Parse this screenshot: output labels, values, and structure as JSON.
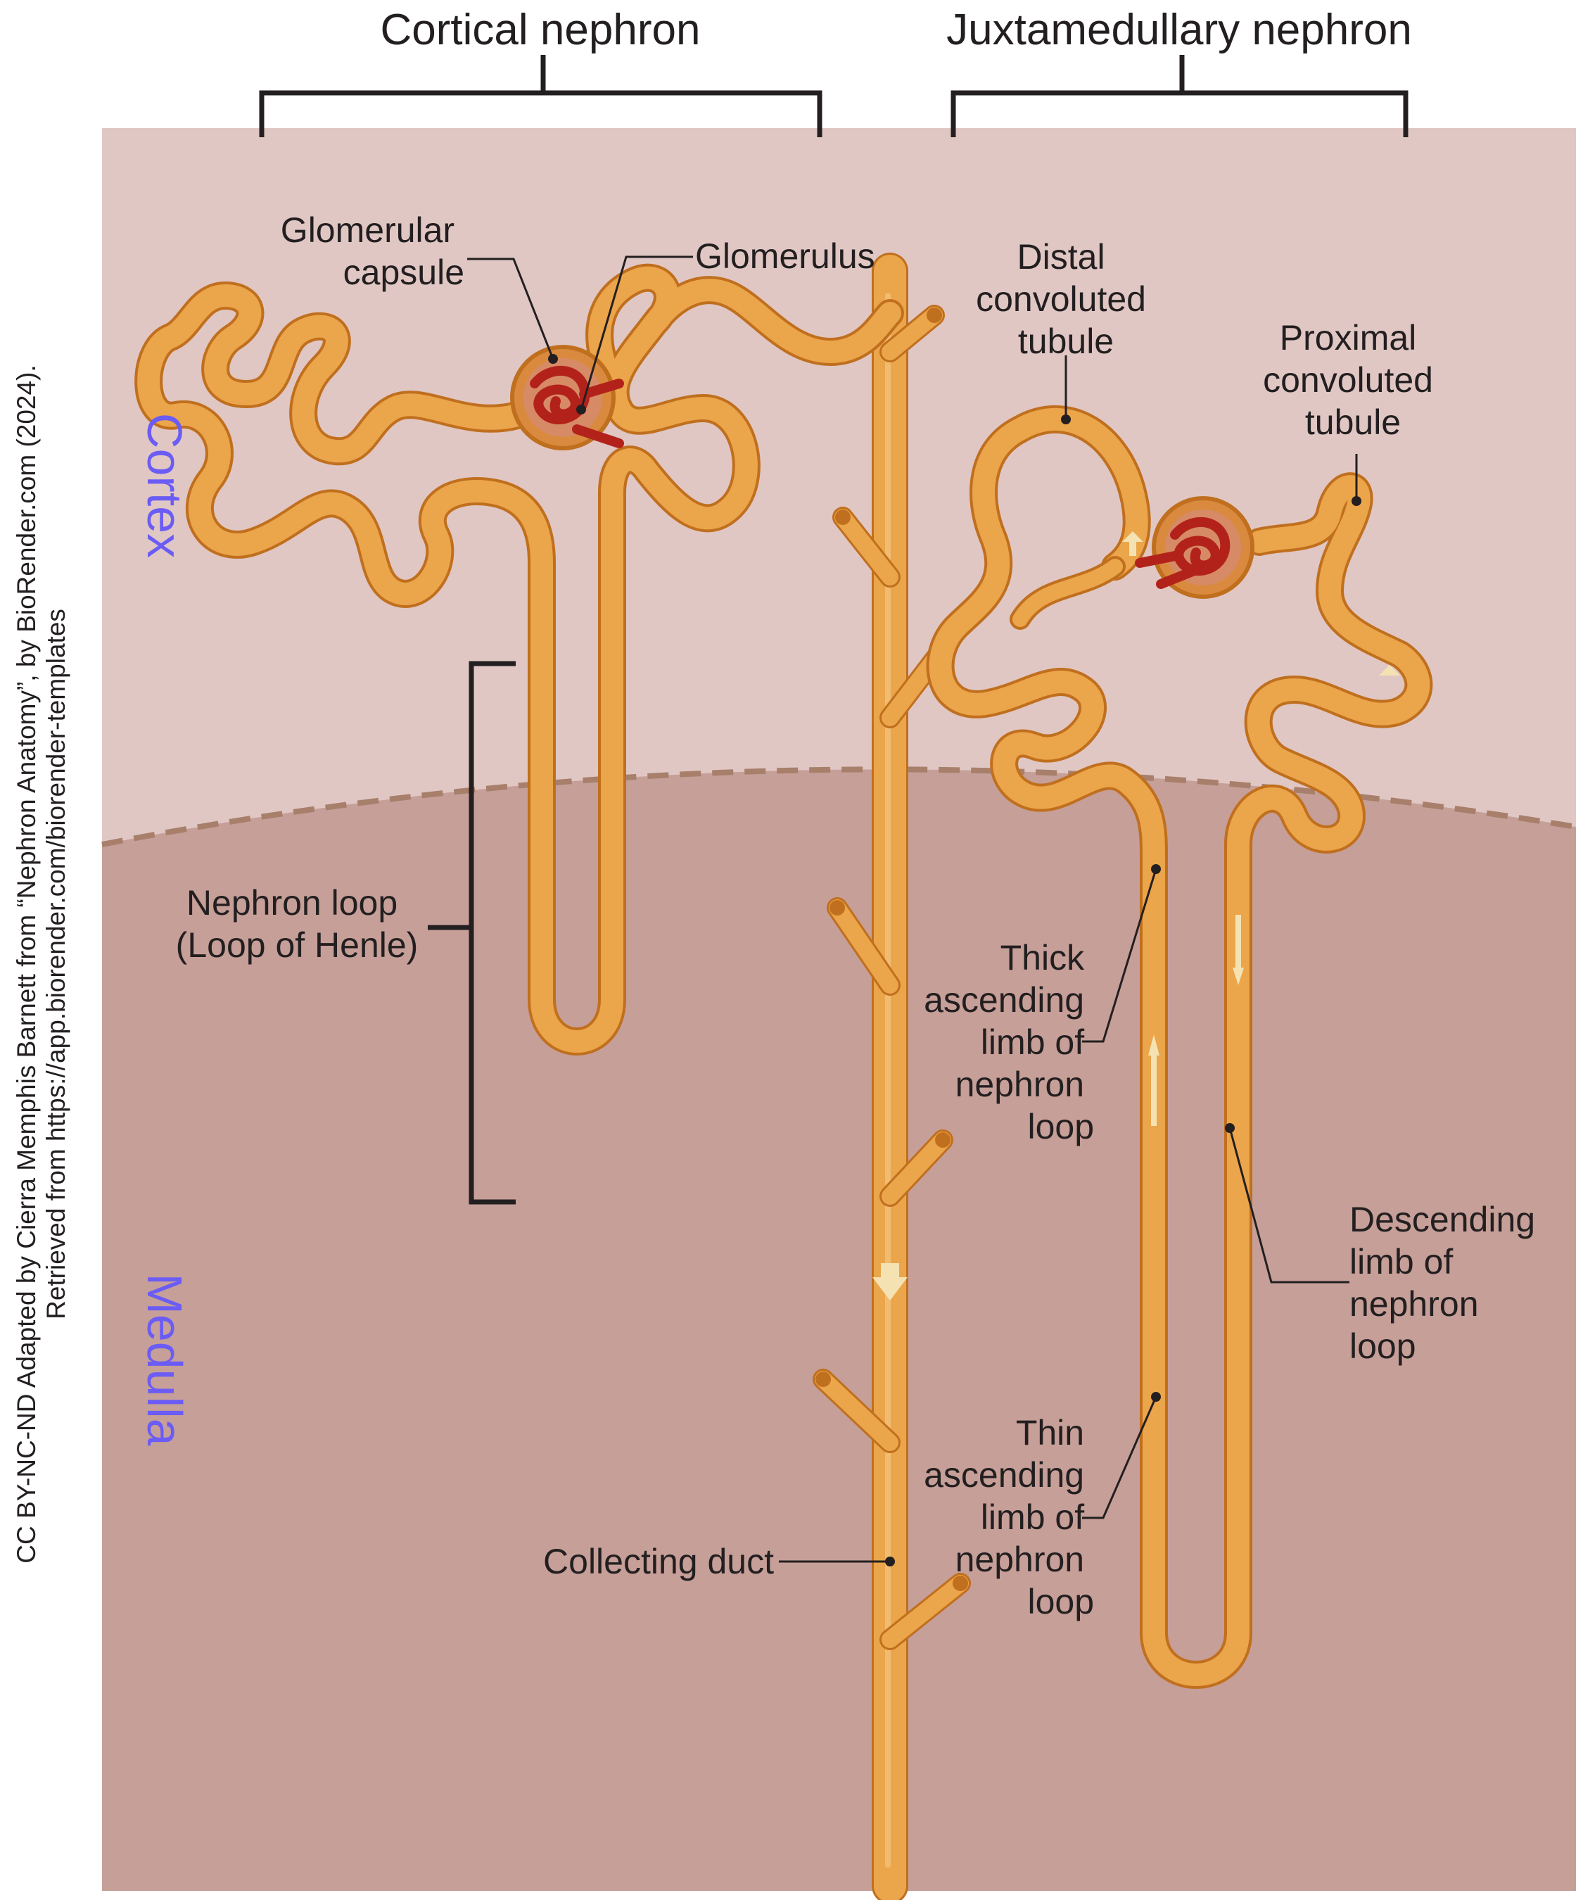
{
  "headers": {
    "cortical": "Cortical nephron",
    "juxtamedullary": "Juxtamedullary nephron"
  },
  "regions": {
    "cortex": "Cortex",
    "medulla": "Medulla"
  },
  "labels": {
    "glomerular_capsule": [
      "Glomerular",
      "capsule"
    ],
    "glomerulus": "Glomerulus",
    "distal_tubule": [
      "Distal",
      "convoluted",
      "tubule"
    ],
    "proximal_tubule": [
      "Proximal",
      "convoluted",
      "tubule"
    ],
    "nephron_loop": [
      "Nephron loop",
      "(Loop of Henle)"
    ],
    "thick_ascending": [
      "Thick",
      "ascending",
      "limb of",
      "nephron",
      "loop"
    ],
    "descending": [
      "Descending",
      "limb of",
      "nephron",
      "loop"
    ],
    "thin_ascending": [
      "Thin",
      "ascending",
      "limb of",
      "nephron",
      "loop"
    ],
    "collecting_duct": "Collecting duct"
  },
  "credit": [
    "CC BY-NC-ND Adapted by Cierra Memphis Barnett from “Nephron Anatomy”, by BioRender.com (2024).",
    "Retrieved from https://app.biorender.com/biorender-templates"
  ],
  "colors": {
    "cortex_bg": "#e0c7c4",
    "medulla_bg": "#c69f98",
    "boundary_dash": "#a77f6b",
    "region_text": "#6b5cf5",
    "tubule": "#eba54a",
    "tubule_edge": "#c06f1e",
    "glomerulus": "#b3221a",
    "arrow": "#f5e2b3"
  }
}
